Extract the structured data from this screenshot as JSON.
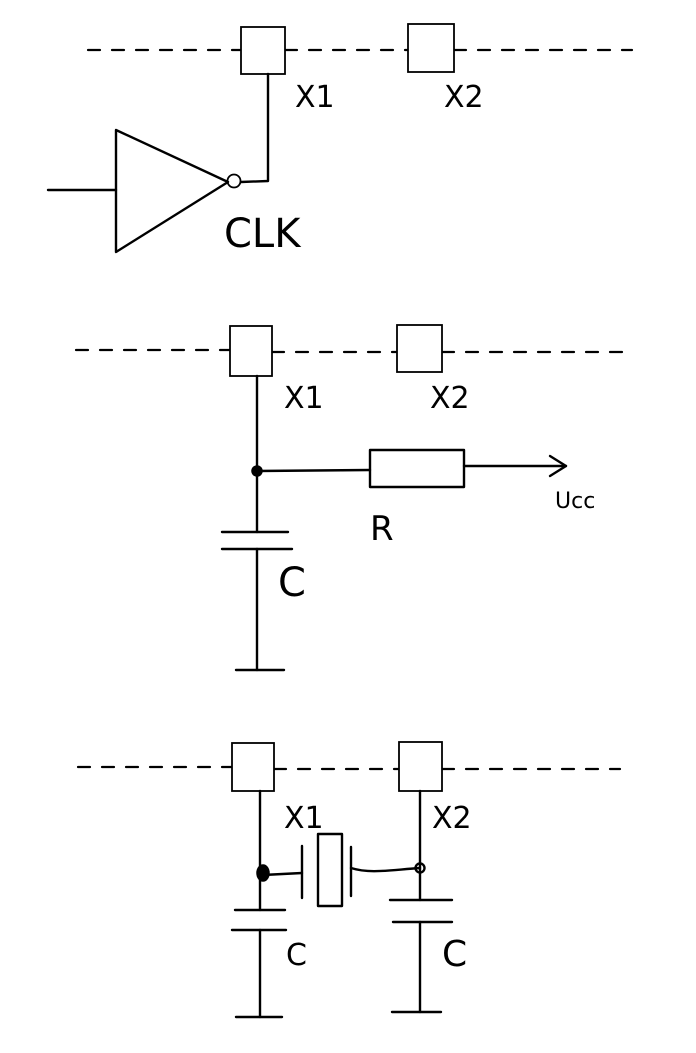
{
  "panel1": {
    "pin1_label": "X1",
    "pin2_label": "X2",
    "clock_label": "CLK"
  },
  "panel2": {
    "pin1_label": "X1",
    "pin2_label": "X2",
    "resistor_label": "R",
    "capacitor_label": "C",
    "supply_label": "Ucc"
  },
  "panel3": {
    "pin1_label": "X1",
    "pin2_label": "X2",
    "cap1_label": "C",
    "cap2_label": "C"
  }
}
